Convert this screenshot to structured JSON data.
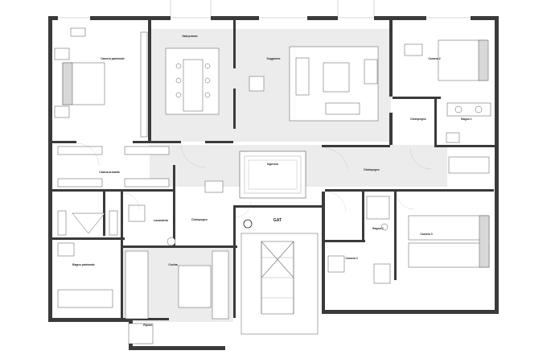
{
  "rooms": [
    {
      "id": "camera-padronale",
      "label": "Camera padronale",
      "sub": ""
    },
    {
      "id": "sala-pranzo",
      "label": "Sala pranzo",
      "sub": ""
    },
    {
      "id": "soggiorno",
      "label": "Soggiorno",
      "sub": ""
    },
    {
      "id": "camera-2",
      "label": "Camera 2",
      "sub": ""
    },
    {
      "id": "disimpegno-1",
      "label": "Disimpegno",
      "sub": ""
    },
    {
      "id": "bagno-1",
      "label": "Bagno 1",
      "sub": ""
    },
    {
      "id": "cabina-armadio",
      "label": "Cabina armadio",
      "sub": ""
    },
    {
      "id": "ingresso",
      "label": "Ingresso",
      "sub": ""
    },
    {
      "id": "disimpegno-2",
      "label": "Disimpegno",
      "sub": ""
    },
    {
      "id": "lavanderia",
      "label": "Lavanderia",
      "sub": ""
    },
    {
      "id": "disimpegno-3",
      "label": "Disimpegno",
      "sub": ""
    },
    {
      "id": "bagno-2",
      "label": "Bagno 2",
      "sub": ""
    },
    {
      "id": "camera-3",
      "label": "Camera 3",
      "sub": ""
    },
    {
      "id": "camera-4",
      "label": "Camera 4",
      "sub": ""
    },
    {
      "id": "bagno-padronale",
      "label": "Bagno padronale",
      "sub": ""
    },
    {
      "id": "cucina",
      "label": "Cucina",
      "sub": ""
    },
    {
      "id": "ripost",
      "label": "Ripost.",
      "sub": ""
    }
  ],
  "stair_label": "GAT",
  "colors": {
    "wall": "#3a3a3a",
    "hatch": "#ececec",
    "line": "#6f6f6f"
  }
}
